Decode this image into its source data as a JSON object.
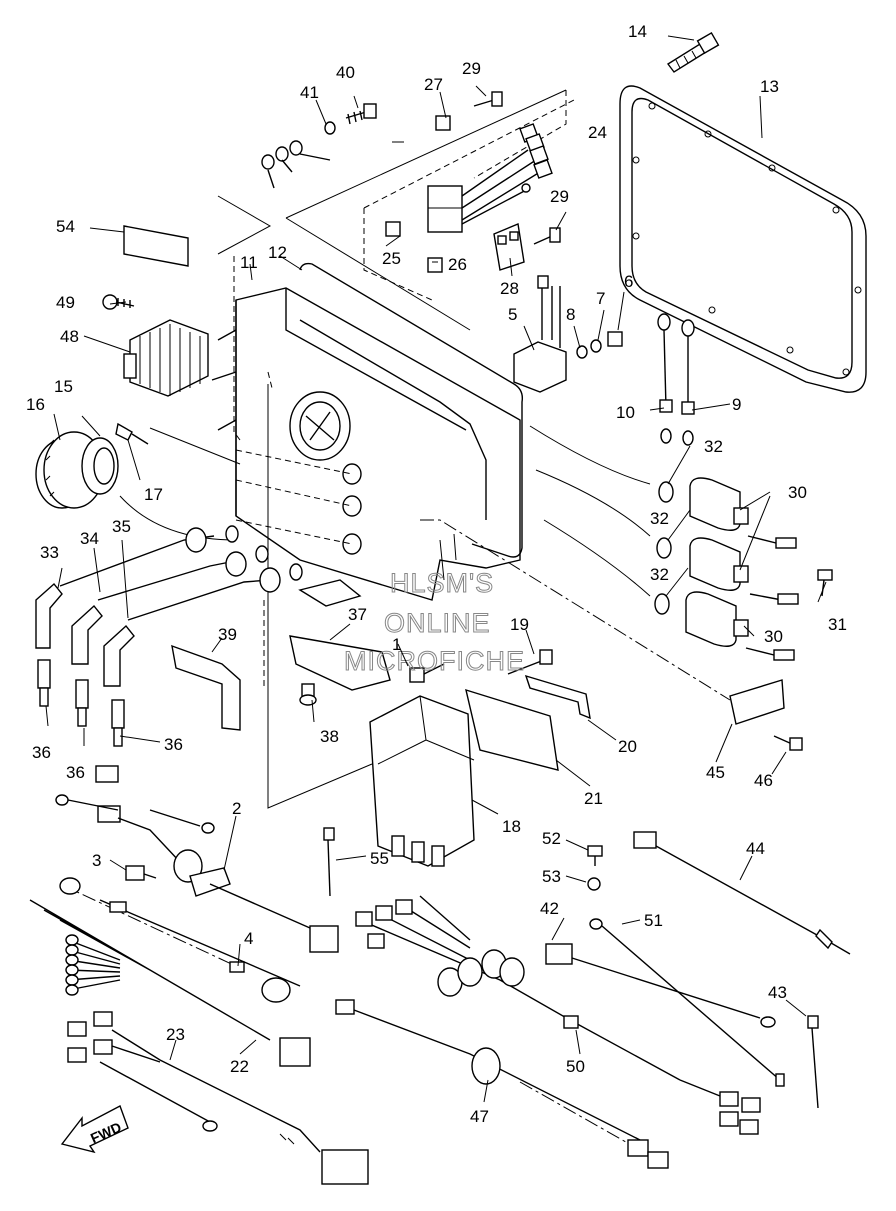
{
  "watermark": [
    "HLSM'S",
    "ONLINE",
    "MICROFICHE"
  ],
  "direction_label": "FWD",
  "part_numbers": [
    "1",
    "2",
    "3",
    "4",
    "5",
    "6",
    "7",
    "8",
    "9",
    "10",
    "11",
    "12",
    "13",
    "14",
    "15",
    "16",
    "17",
    "18",
    "19",
    "20",
    "21",
    "22",
    "23",
    "24",
    "25",
    "26",
    "27",
    "28",
    "29",
    "29",
    "30",
    "30",
    "31",
    "32",
    "32",
    "32",
    "33",
    "34",
    "35",
    "36",
    "36",
    "36",
    "37",
    "38",
    "39",
    "40",
    "41",
    "42",
    "43",
    "44",
    "45",
    "46",
    "47",
    "48",
    "49",
    "50",
    "51",
    "52",
    "53",
    "54",
    "55"
  ]
}
